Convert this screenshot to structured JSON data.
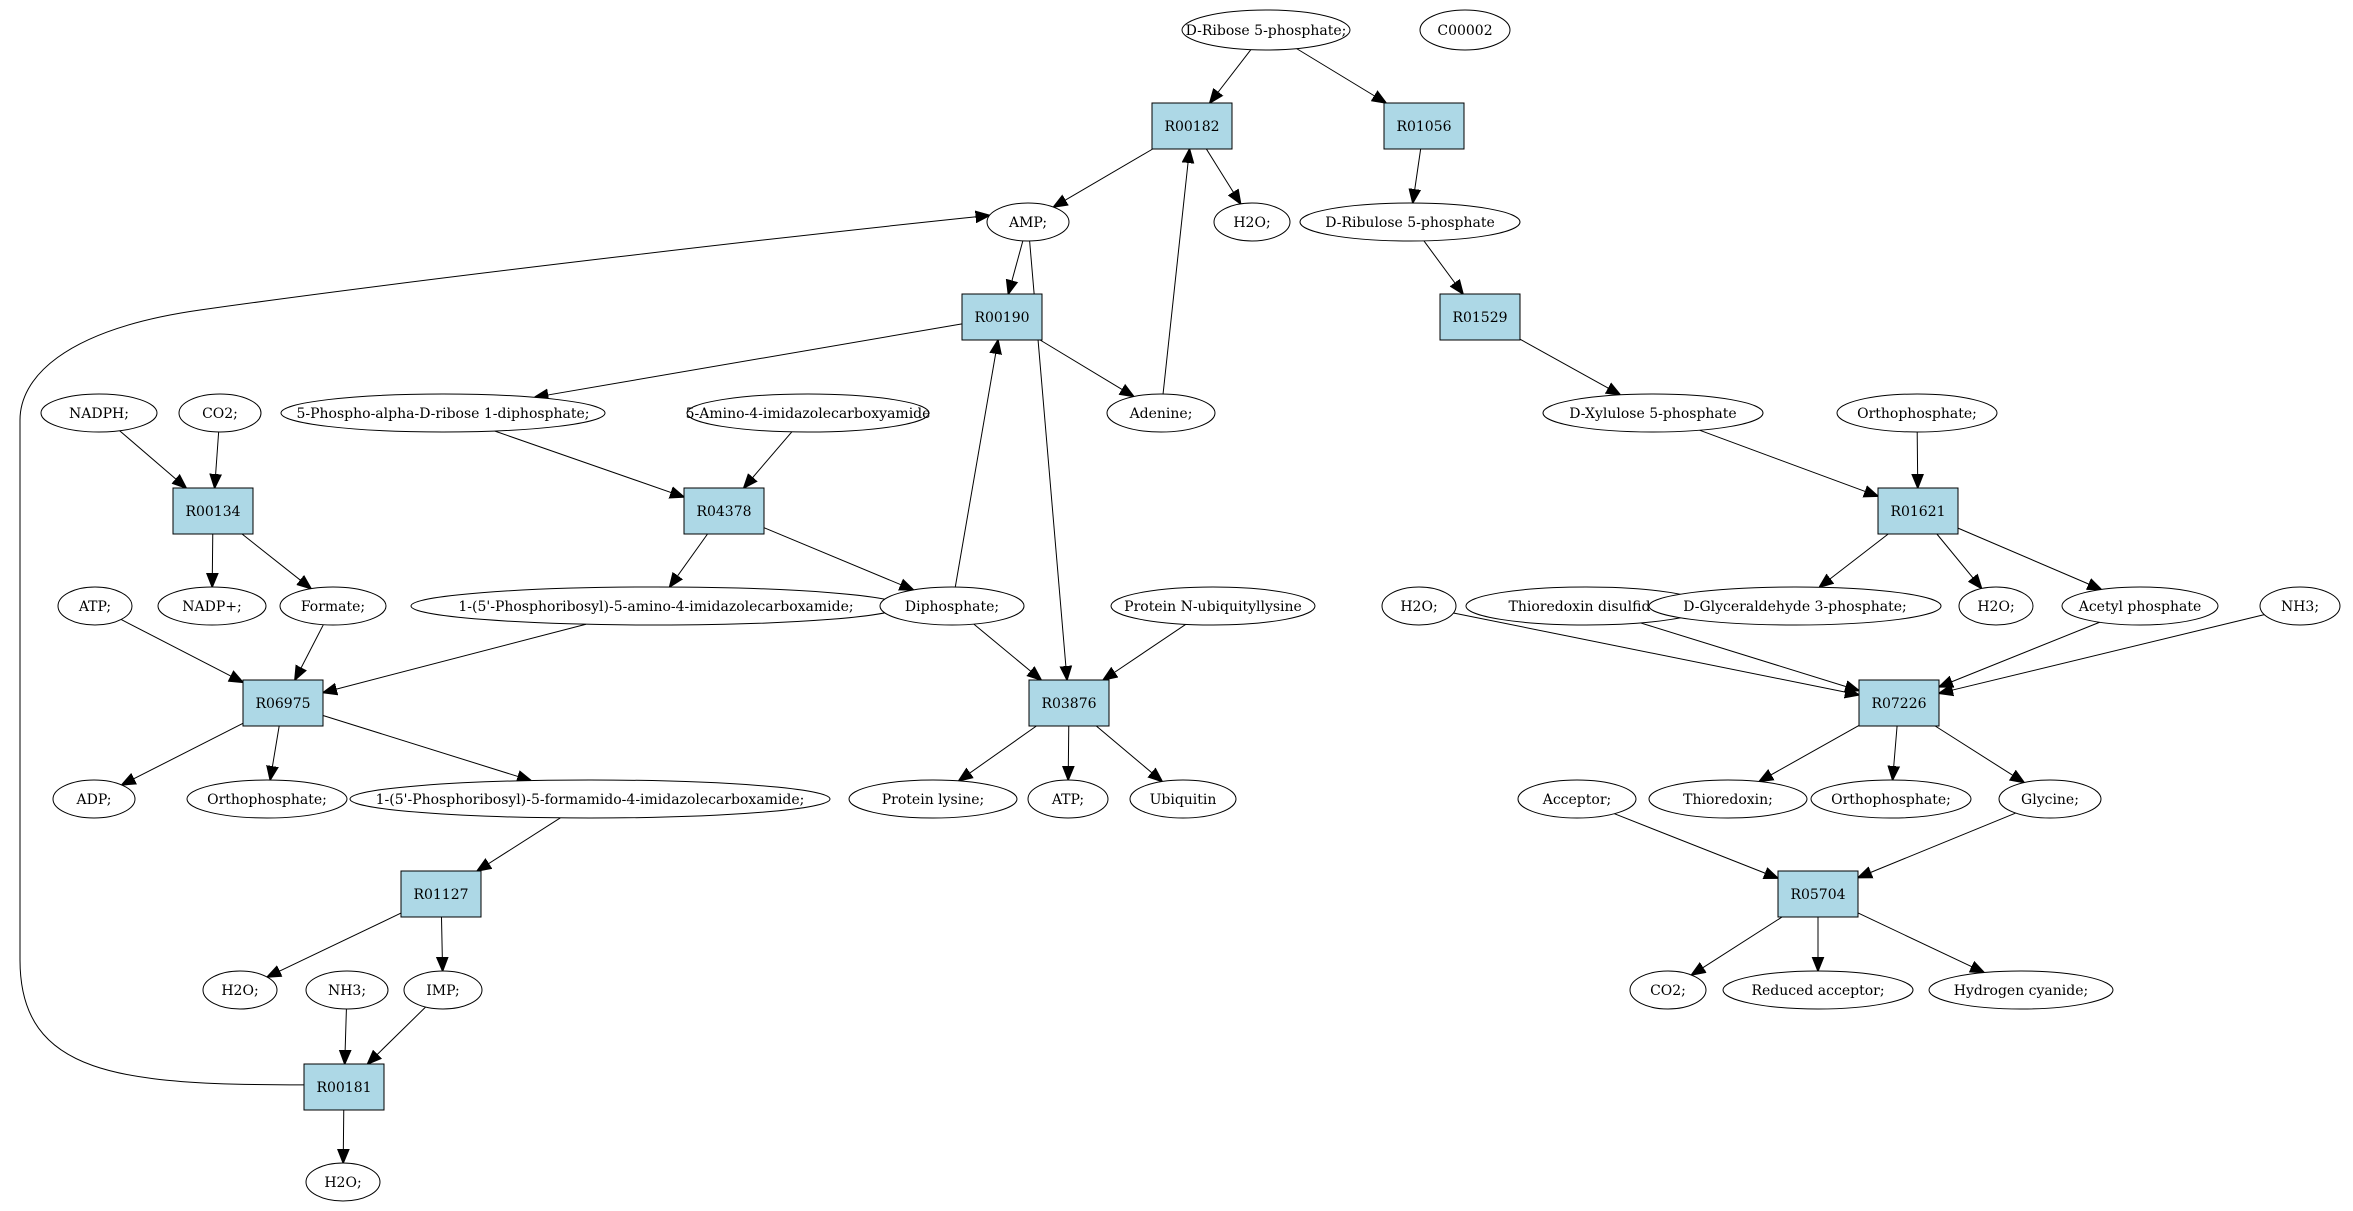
{
  "colors": {
    "reaction_fill": "#add8e6",
    "source_fill": "#00ee00",
    "highlight_fill": "#ffff00",
    "metabolite_fill": "#ffffff",
    "edge": "#000000"
  },
  "nodes": {
    "ribose5p": {
      "label": "D-Ribose 5-phosphate;",
      "kind": "metabolite",
      "style": "source"
    },
    "c00002": {
      "label": "C00002",
      "kind": "metabolite",
      "style": "highlight"
    },
    "r00182": {
      "label": "R00182",
      "kind": "reaction"
    },
    "r01056": {
      "label": "R01056",
      "kind": "reaction"
    },
    "amp": {
      "label": "AMP;",
      "kind": "metabolite"
    },
    "h2o_1": {
      "label": "H2O;",
      "kind": "metabolite"
    },
    "ribulose5p": {
      "label": "D-Ribulose 5-phosphate",
      "kind": "metabolite"
    },
    "r00190": {
      "label": "R00190",
      "kind": "reaction"
    },
    "r01529": {
      "label": "R01529",
      "kind": "reaction"
    },
    "nadph": {
      "label": "NADPH;",
      "kind": "metabolite"
    },
    "co2_1": {
      "label": "CO2;",
      "kind": "metabolite"
    },
    "prpp": {
      "label": "5-Phospho-alpha-D-ribose 1-diphosphate;",
      "kind": "metabolite"
    },
    "aica": {
      "label": "5-Amino-4-imidazolecarboxyamide",
      "kind": "metabolite"
    },
    "adenine": {
      "label": "Adenine;",
      "kind": "metabolite"
    },
    "xylulose5p": {
      "label": "D-Xylulose 5-phosphate",
      "kind": "metabolite"
    },
    "orthophosphate_1": {
      "label": "Orthophosphate;",
      "kind": "metabolite"
    },
    "r00134": {
      "label": "R00134",
      "kind": "reaction"
    },
    "r04378": {
      "label": "R04378",
      "kind": "reaction"
    },
    "r01621": {
      "label": "R01621",
      "kind": "reaction"
    },
    "atp_1": {
      "label": "ATP;",
      "kind": "metabolite"
    },
    "nadp": {
      "label": "NADP+;",
      "kind": "metabolite"
    },
    "formate": {
      "label": "Formate;",
      "kind": "metabolite"
    },
    "aicar": {
      "label": "1-(5'-Phosphoribosyl)-5-amino-4-imidazolecarboxamide;",
      "kind": "metabolite"
    },
    "diphosphate": {
      "label": "Diphosphate;",
      "kind": "metabolite"
    },
    "protein_ub": {
      "label": "Protein N-ubiquityllysine",
      "kind": "metabolite"
    },
    "h2o_2": {
      "label": "H2O;",
      "kind": "metabolite"
    },
    "trx_disulfide": {
      "label": "Thioredoxin disulfide;",
      "kind": "metabolite"
    },
    "g3p": {
      "label": "D-Glyceraldehyde 3-phosphate;",
      "kind": "metabolite"
    },
    "h2o_3": {
      "label": "H2O;",
      "kind": "metabolite"
    },
    "acetyl_p": {
      "label": "Acetyl phosphate",
      "kind": "metabolite"
    },
    "nh3_1": {
      "label": "NH3;",
      "kind": "metabolite"
    },
    "r06975": {
      "label": "R06975",
      "kind": "reaction"
    },
    "r03876": {
      "label": "R03876",
      "kind": "reaction"
    },
    "r07226": {
      "label": "R07226",
      "kind": "reaction"
    },
    "adp": {
      "label": "ADP;",
      "kind": "metabolite"
    },
    "orthophosphate_2": {
      "label": "Orthophosphate;",
      "kind": "metabolite"
    },
    "faicar": {
      "label": "1-(5'-Phosphoribosyl)-5-formamido-4-imidazolecarboxamide;",
      "kind": "metabolite"
    },
    "protein_lysine": {
      "label": "Protein lysine;",
      "kind": "metabolite"
    },
    "atp_2": {
      "label": "ATP;",
      "kind": "metabolite"
    },
    "ubiquitin": {
      "label": "Ubiquitin",
      "kind": "metabolite"
    },
    "acceptor": {
      "label": "Acceptor;",
      "kind": "metabolite"
    },
    "thioredoxin": {
      "label": "Thioredoxin;",
      "kind": "metabolite"
    },
    "orthophosphate_3": {
      "label": "Orthophosphate;",
      "kind": "metabolite"
    },
    "glycine": {
      "label": "Glycine;",
      "kind": "metabolite"
    },
    "r01127": {
      "label": "R01127",
      "kind": "reaction"
    },
    "r05704": {
      "label": "R05704",
      "kind": "reaction"
    },
    "h2o_4": {
      "label": "H2O;",
      "kind": "metabolite"
    },
    "nh3_2": {
      "label": "NH3;",
      "kind": "metabolite"
    },
    "imp": {
      "label": "IMP;",
      "kind": "metabolite"
    },
    "co2_2": {
      "label": "CO2;",
      "kind": "metabolite"
    },
    "reduced_acceptor": {
      "label": "Reduced acceptor;",
      "kind": "metabolite"
    },
    "hcn": {
      "label": "Hydrogen cyanide;",
      "kind": "metabolite"
    },
    "r00181": {
      "label": "R00181",
      "kind": "reaction"
    },
    "h2o_5": {
      "label": "H2O;",
      "kind": "metabolite"
    }
  },
  "edges": [
    [
      "ribose5p",
      "r00182"
    ],
    [
      "ribose5p",
      "r01056"
    ],
    [
      "r00182",
      "amp"
    ],
    [
      "r00182",
      "h2o_1"
    ],
    [
      "adenine",
      "r00182"
    ],
    [
      "r01056",
      "ribulose5p"
    ],
    [
      "ribulose5p",
      "r01529"
    ],
    [
      "r01529",
      "xylulose5p"
    ],
    [
      "amp",
      "r00190"
    ],
    [
      "amp",
      "r03876"
    ],
    [
      "r00190",
      "prpp"
    ],
    [
      "r00190",
      "adenine"
    ],
    [
      "diphosphate",
      "r00190"
    ],
    [
      "nadph",
      "r00134"
    ],
    [
      "co2_1",
      "r00134"
    ],
    [
      "r00134",
      "nadp"
    ],
    [
      "r00134",
      "formate"
    ],
    [
      "prpp",
      "r04378"
    ],
    [
      "aica",
      "r04378"
    ],
    [
      "r04378",
      "aicar"
    ],
    [
      "r04378",
      "diphosphate"
    ],
    [
      "xylulose5p",
      "r01621"
    ],
    [
      "orthophosphate_1",
      "r01621"
    ],
    [
      "r01621",
      "g3p"
    ],
    [
      "r01621",
      "h2o_3"
    ],
    [
      "r01621",
      "acetyl_p"
    ],
    [
      "atp_1",
      "r06975"
    ],
    [
      "formate",
      "r06975"
    ],
    [
      "aicar",
      "r06975"
    ],
    [
      "r06975",
      "adp"
    ],
    [
      "r06975",
      "orthophosphate_2"
    ],
    [
      "r06975",
      "faicar"
    ],
    [
      "diphosphate",
      "r03876"
    ],
    [
      "protein_ub",
      "r03876"
    ],
    [
      "r03876",
      "protein_lysine"
    ],
    [
      "r03876",
      "atp_2"
    ],
    [
      "r03876",
      "ubiquitin"
    ],
    [
      "h2o_2",
      "r07226"
    ],
    [
      "trx_disulfide",
      "r07226"
    ],
    [
      "acetyl_p",
      "r07226"
    ],
    [
      "nh3_1",
      "r07226"
    ],
    [
      "r07226",
      "thioredoxin"
    ],
    [
      "r07226",
      "orthophosphate_3"
    ],
    [
      "r07226",
      "glycine"
    ],
    [
      "faicar",
      "r01127"
    ],
    [
      "r01127",
      "h2o_4"
    ],
    [
      "r01127",
      "imp"
    ],
    [
      "acceptor",
      "r05704"
    ],
    [
      "glycine",
      "r05704"
    ],
    [
      "r05704",
      "co2_2"
    ],
    [
      "r05704",
      "reduced_acceptor"
    ],
    [
      "r05704",
      "hcn"
    ],
    [
      "nh3_2",
      "r00181"
    ],
    [
      "imp",
      "r00181"
    ],
    [
      "r00181",
      "h2o_5"
    ],
    [
      "r00181",
      "amp"
    ]
  ]
}
